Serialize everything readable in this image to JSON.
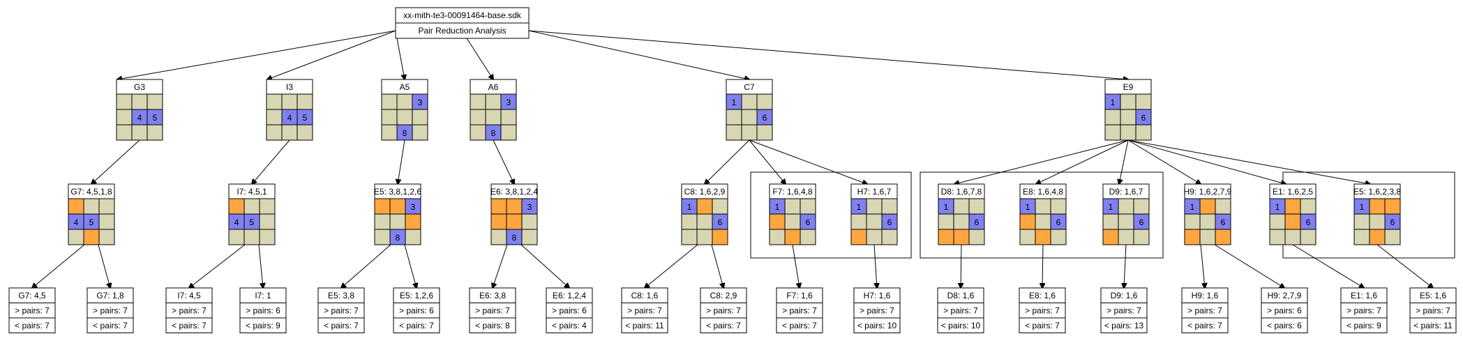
{
  "colors": {
    "empty": "#d8d6b3",
    "pair": "#8080f0",
    "elim": "#ffa640"
  },
  "root": {
    "title": "xx-mith-te3-00091464-base.sdk",
    "subtitle": "Pair Reduction Analysis"
  },
  "level1": [
    {
      "label": "G3",
      "cells": {
        "4": [
          "pair",
          "4"
        ],
        "5": [
          "pair",
          "5"
        ]
      }
    },
    {
      "label": "I3",
      "cells": {
        "4": [
          "pair",
          "4"
        ],
        "5": [
          "pair",
          "5"
        ]
      }
    },
    {
      "label": "A5",
      "cells": {
        "2": [
          "pair",
          "3"
        ],
        "7": [
          "pair",
          "8"
        ]
      }
    },
    {
      "label": "A6",
      "cells": {
        "2": [
          "pair",
          "3"
        ],
        "7": [
          "pair",
          "8"
        ]
      }
    },
    {
      "label": "C7",
      "cells": {
        "0": [
          "pair",
          "1"
        ],
        "5": [
          "pair",
          "6"
        ]
      }
    },
    {
      "label": "E9",
      "cells": {
        "0": [
          "pair",
          "1"
        ],
        "5": [
          "pair",
          "6"
        ]
      }
    }
  ],
  "level2": [
    {
      "label": "G7: 4,5,1,8",
      "cells": {
        "0": [
          "elim",
          ""
        ],
        "3": [
          "pair",
          "4"
        ],
        "4": [
          "pair",
          "5"
        ],
        "7": [
          "elim",
          ""
        ]
      }
    },
    {
      "label": "I7: 4,5,1",
      "cells": {
        "0": [
          "elim",
          ""
        ],
        "3": [
          "pair",
          "4"
        ],
        "4": [
          "pair",
          "5"
        ]
      }
    },
    {
      "label": "E5: 3,8,1,2,6",
      "cells": {
        "0": [
          "elim",
          ""
        ],
        "1": [
          "elim",
          ""
        ],
        "2": [
          "pair",
          "3"
        ],
        "5": [
          "elim",
          ""
        ],
        "7": [
          "pair",
          "8"
        ]
      }
    },
    {
      "label": "E6: 3,8,1,2,4",
      "cells": {
        "0": [
          "elim",
          ""
        ],
        "1": [
          "elim",
          ""
        ],
        "2": [
          "pair",
          "3"
        ],
        "3": [
          "elim",
          ""
        ],
        "4": [
          "elim",
          ""
        ],
        "7": [
          "pair",
          "8"
        ]
      }
    },
    {
      "label": "C8: 1,6,2,9",
      "cells": {
        "0": [
          "pair",
          "1"
        ],
        "1": [
          "elim",
          ""
        ],
        "5": [
          "pair",
          "6"
        ],
        "8": [
          "elim",
          ""
        ]
      }
    },
    {
      "label": "F7: 1,6,4,8",
      "cells": {
        "0": [
          "pair",
          "1"
        ],
        "3": [
          "elim",
          ""
        ],
        "5": [
          "pair",
          "6"
        ],
        "7": [
          "elim",
          ""
        ]
      }
    },
    {
      "label": "H7: 1,6,7",
      "cells": {
        "0": [
          "pair",
          "1"
        ],
        "5": [
          "pair",
          "6"
        ],
        "6": [
          "elim",
          ""
        ]
      }
    },
    {
      "label": "D8: 1,6,7,8",
      "cells": {
        "0": [
          "pair",
          "1"
        ],
        "5": [
          "pair",
          "6"
        ],
        "6": [
          "elim",
          ""
        ],
        "7": [
          "elim",
          ""
        ]
      }
    },
    {
      "label": "E8: 1,6,4,8",
      "cells": {
        "0": [
          "pair",
          "1"
        ],
        "3": [
          "elim",
          ""
        ],
        "5": [
          "pair",
          "6"
        ],
        "7": [
          "elim",
          ""
        ]
      }
    },
    {
      "label": "D9: 1,6,7",
      "cells": {
        "0": [
          "pair",
          "1"
        ],
        "5": [
          "pair",
          "6"
        ],
        "6": [
          "elim",
          ""
        ]
      }
    },
    {
      "label": "H9: 1,6,2,7,9",
      "cells": {
        "0": [
          "pair",
          "1"
        ],
        "1": [
          "elim",
          ""
        ],
        "5": [
          "pair",
          "6"
        ],
        "6": [
          "elim",
          ""
        ],
        "8": [
          "elim",
          ""
        ]
      }
    },
    {
      "label": "E1: 1,6,2,5",
      "cells": {
        "0": [
          "pair",
          "1"
        ],
        "1": [
          "elim",
          ""
        ],
        "4": [
          "elim",
          ""
        ],
        "5": [
          "pair",
          "6"
        ]
      }
    },
    {
      "label": "E5: 1,6,2,3,8",
      "cells": {
        "0": [
          "pair",
          "1"
        ],
        "1": [
          "elim",
          ""
        ],
        "2": [
          "elim",
          ""
        ],
        "5": [
          "pair",
          "6"
        ],
        "7": [
          "elim",
          ""
        ]
      }
    }
  ],
  "level3": [
    {
      "label": "G7: 4,5",
      "more": "> pairs: 7",
      "less": "< pairs: 7"
    },
    {
      "label": "G7: 1,8",
      "more": "> pairs: 7",
      "less": "< pairs: 7"
    },
    {
      "label": "I7: 4,5",
      "more": "> pairs: 7",
      "less": "< pairs: 7"
    },
    {
      "label": "I7: 1",
      "more": "> pairs: 6",
      "less": "< pairs: 9"
    },
    {
      "label": "E5: 3,8",
      "more": "> pairs: 7",
      "less": "< pairs: 7"
    },
    {
      "label": "E5: 1,2,6",
      "more": "> pairs: 6",
      "less": "< pairs: 7"
    },
    {
      "label": "E6: 3,8",
      "more": "> pairs: 7",
      "less": "< pairs: 8"
    },
    {
      "label": "E6: 1,2,4",
      "more": "> pairs: 6",
      "less": "< pairs: 4"
    },
    {
      "label": "C8: 1,6",
      "more": "> pairs: 7",
      "less": "< pairs: 11"
    },
    {
      "label": "C8: 2,9",
      "more": "> pairs: 7",
      "less": "< pairs: 7"
    },
    {
      "label": "F7: 1,6",
      "more": "> pairs: 7",
      "less": "< pairs: 7"
    },
    {
      "label": "H7: 1,6",
      "more": "> pairs: 7",
      "less": "< pairs: 10"
    },
    {
      "label": "D8: 1,6",
      "more": "> pairs: 7",
      "less": "< pairs: 10"
    },
    {
      "label": "E8: 1,6",
      "more": "> pairs: 7",
      "less": "< pairs: 7"
    },
    {
      "label": "D9: 1,6",
      "more": "> pairs: 7",
      "less": "< pairs: 13"
    },
    {
      "label": "H9: 1,6",
      "more": "> pairs: 7",
      "less": "< pairs: 7"
    },
    {
      "label": "H9: 2,7,9",
      "more": "> pairs: 6",
      "less": "< pairs: 6"
    },
    {
      "label": "E1: 1,6",
      "more": "> pairs: 7",
      "less": "< pairs: 9"
    },
    {
      "label": "E5: 1,6",
      "more": "> pairs: 7",
      "less": "< pairs: 11"
    }
  ]
}
